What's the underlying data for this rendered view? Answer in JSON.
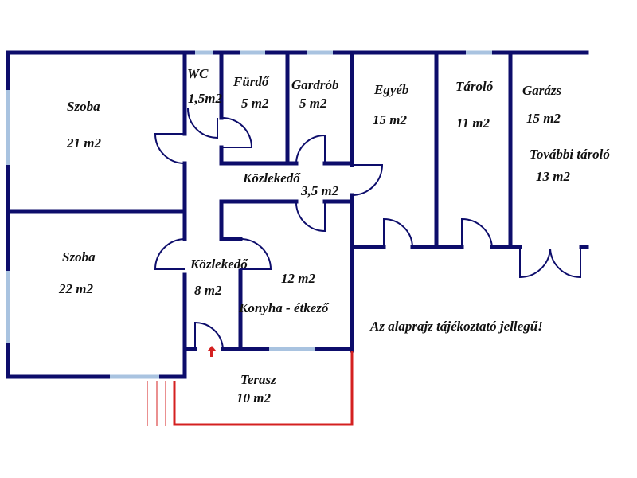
{
  "rooms": {
    "szoba1": {
      "name": "Szoba",
      "area": "21 m2"
    },
    "szoba2": {
      "name": "Szoba",
      "area": "22 m2"
    },
    "wc": {
      "name": "WC",
      "area": "1,5m2"
    },
    "furdo": {
      "name": "Fürdő",
      "area": "5 m2"
    },
    "gardrob": {
      "name": "Gardrób",
      "area": "5 m2"
    },
    "egyeb": {
      "name": "Egyéb",
      "area": "15 m2"
    },
    "tarolo": {
      "name": "Tároló",
      "area": "11 m2"
    },
    "garazs": {
      "name": "Garázs",
      "area": "15 m2"
    },
    "tovabbi": {
      "name": "További tároló",
      "area": "13 m2"
    },
    "kozlekedo1": {
      "name": "Közlekedő",
      "area": "3,5 m2"
    },
    "kozlekedo2": {
      "name": "Közlekedő",
      "area": "8 m2"
    },
    "konyha": {
      "name": "Konyha - étkező",
      "area": "12 m2"
    },
    "terasz": {
      "name": "Terasz",
      "area": "10 m2"
    }
  },
  "note": "Az alaprajz tájékoztató jellegű!",
  "colors": {
    "wall": "#0d0d6b",
    "window": "#a9c3e0",
    "terrace": "#d42020"
  }
}
